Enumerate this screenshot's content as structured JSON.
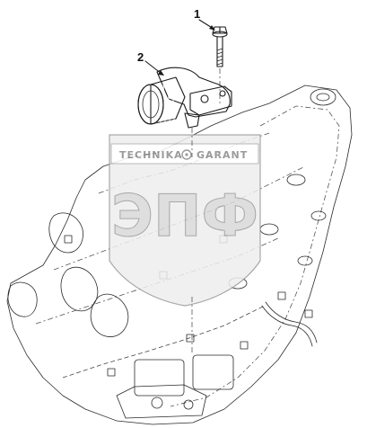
{
  "callouts": [
    {
      "label": "1",
      "part": "bolt"
    },
    {
      "label": "2",
      "part": "thermostat-housing"
    }
  ],
  "watermark": {
    "line1": "TECHNIKA",
    "line2": "GARANT",
    "logo_letters": "ЭПФ"
  },
  "colors": {
    "ink": "#1a1a1a",
    "watermark_gray": "#8a8a8a",
    "watermark_fill": "#d9d9d9",
    "background": "#ffffff"
  }
}
